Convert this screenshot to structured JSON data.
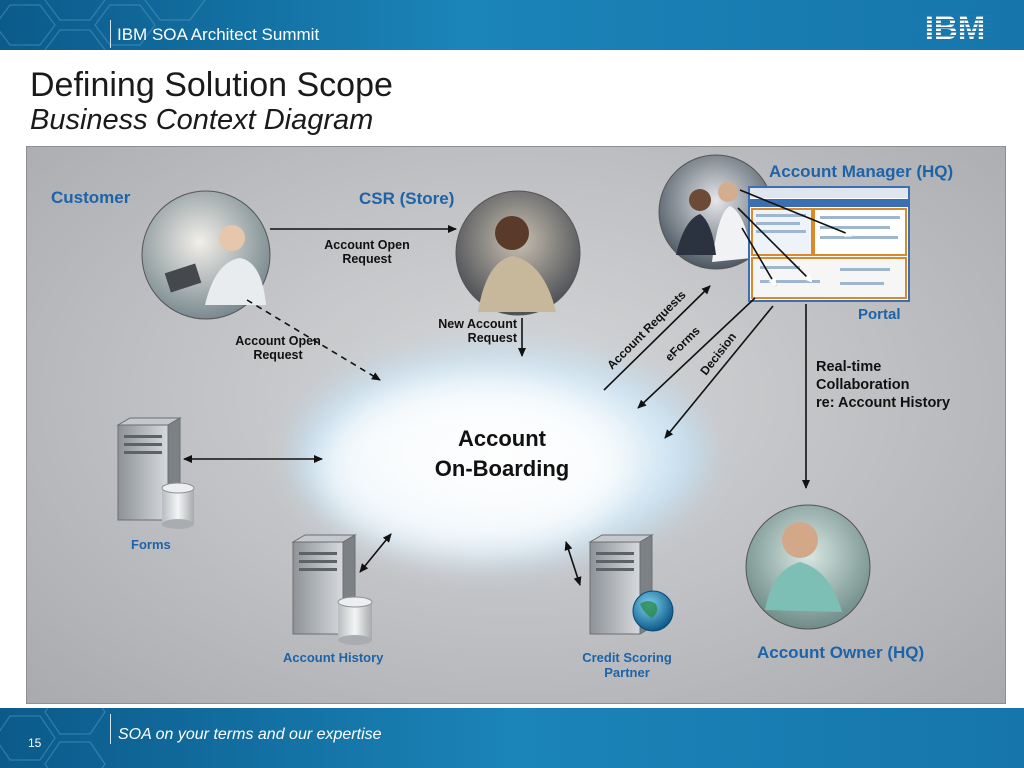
{
  "header": {
    "event_title": "IBM SOA Architect Summit",
    "logo_text": "IBM"
  },
  "slide": {
    "title": "Defining Solution Scope",
    "subtitle": "Business Context Diagram"
  },
  "diagram": {
    "center": {
      "line1": "Account",
      "line2": "On-Boarding"
    },
    "actors": {
      "customer": "Customer",
      "csr": "CSR (Store)",
      "account_manager": "Account Manager (HQ)",
      "portal": "Portal",
      "account_owner": "Account Owner (HQ)"
    },
    "systems": {
      "forms": "Forms",
      "account_history": "Account History",
      "credit_scoring_line1": "Credit Scoring",
      "credit_scoring_line2": "Partner"
    },
    "flows": {
      "account_open_request_1a": "Account Open",
      "account_open_request_1b": "Request",
      "account_open_request_2a": "Account Open",
      "account_open_request_2b": "Request",
      "new_account_request_a": "New Account",
      "new_account_request_b": "Request",
      "account_requests": "Account Requests",
      "eforms": "eForms",
      "decision": "Decision",
      "realtime_1": "Real-time",
      "realtime_2": "Collaboration",
      "realtime_3": "re: Account History"
    }
  },
  "footer": {
    "tagline": "SOA on your terms and our expertise",
    "page_number": "15"
  }
}
